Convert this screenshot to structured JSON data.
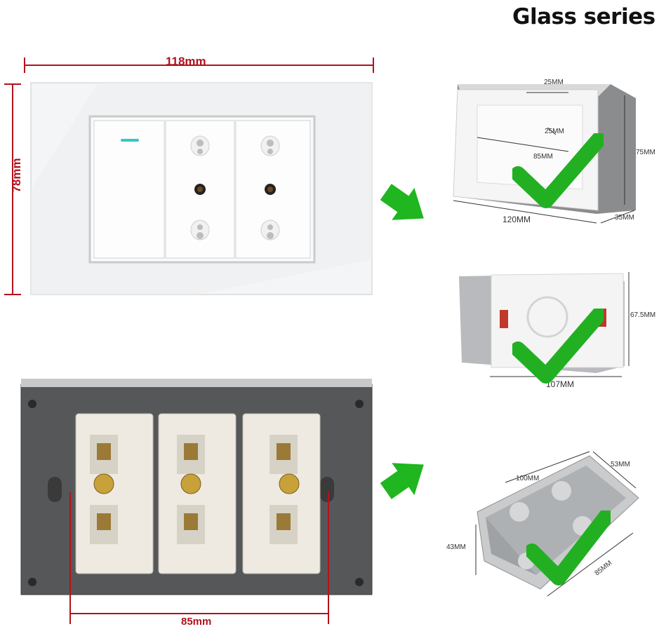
{
  "title": "Glass series",
  "panel_dims": {
    "width": "118mm",
    "height": "78mm"
  },
  "back_dims": {
    "spacing": "85mm"
  },
  "box1": {
    "top": "25MM",
    "inner": "25MM",
    "span": "85MM",
    "width": "120MM",
    "height": "75MM",
    "depth": "35MM"
  },
  "box2": {
    "height": "67.5MM",
    "width": "107MM"
  },
  "box3": {
    "length": "100MM",
    "depth": "53MM",
    "height": "43MM",
    "width": "85MM"
  },
  "colors": {
    "dimension": "#b3121c",
    "arrow": "#1fb61f",
    "check": "#22b022",
    "indicator": "#35c6c9"
  },
  "icons": [
    "green-arrow-icon",
    "check-icon"
  ]
}
